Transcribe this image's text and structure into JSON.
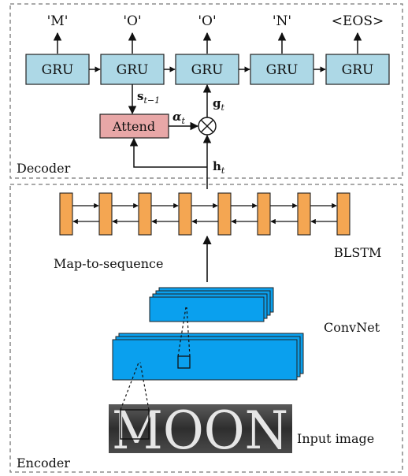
{
  "decoder": {
    "label": "Decoder",
    "outputs": [
      "'M'",
      "'O'",
      "'O'",
      "'N'",
      "<EOS>"
    ],
    "gru_label": "GRU",
    "attend_label": "Attend",
    "math": {
      "s_base": "s",
      "s_sub": "t−1",
      "alpha_base": "α",
      "alpha_sub": "t",
      "g_base": "g",
      "g_sub": "t",
      "h_base": "h",
      "h_sub": "t"
    }
  },
  "encoder": {
    "label": "Encoder",
    "blstm_label": "BLSTM",
    "map_to_sequence_label": "Map-to-sequence",
    "convnet_label": "ConvNet",
    "input_image_label": "Input image",
    "input_word": "MOON",
    "lstm_cell_count": 8
  },
  "colors": {
    "gru_fill": "#add8e6",
    "attend_fill": "#e8a7a7",
    "lstm_fill": "#f4a652",
    "conv_fill": "#0aa0ee",
    "image_bg": "#3a3a3a",
    "image_text": "#e6e6e6",
    "dashed_border": "#777777"
  }
}
